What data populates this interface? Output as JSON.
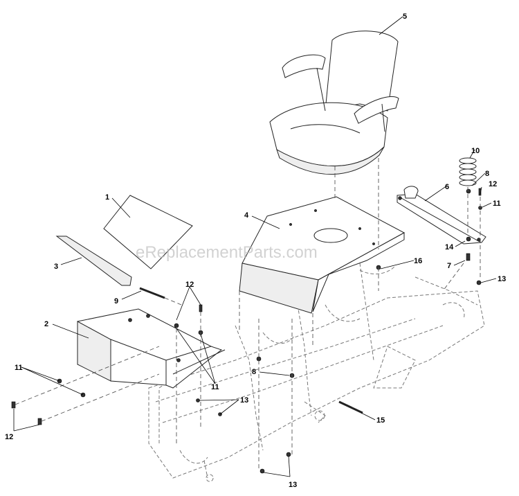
{
  "watermark": "eReplacementParts.com",
  "callouts": [
    "1",
    "2",
    "3",
    "4",
    "5",
    "6",
    "7",
    "8",
    "9",
    "10",
    "11",
    "12",
    "13",
    "14",
    "15",
    "16"
  ],
  "callout_labels": {
    "c1": "1",
    "c2": "2",
    "c3": "3",
    "c4": "4",
    "c5": "5",
    "c6": "6",
    "c7": "7",
    "c8a": "8",
    "c8b": "8",
    "c9": "9",
    "c10": "10",
    "c11a": "11",
    "c11b": "11",
    "c11c": "11",
    "c12a": "12",
    "c12b": "12",
    "c12c": "12",
    "c13a": "13",
    "c13b": "13",
    "c13c": "13",
    "c14": "14",
    "c15": "15",
    "c16": "16"
  }
}
